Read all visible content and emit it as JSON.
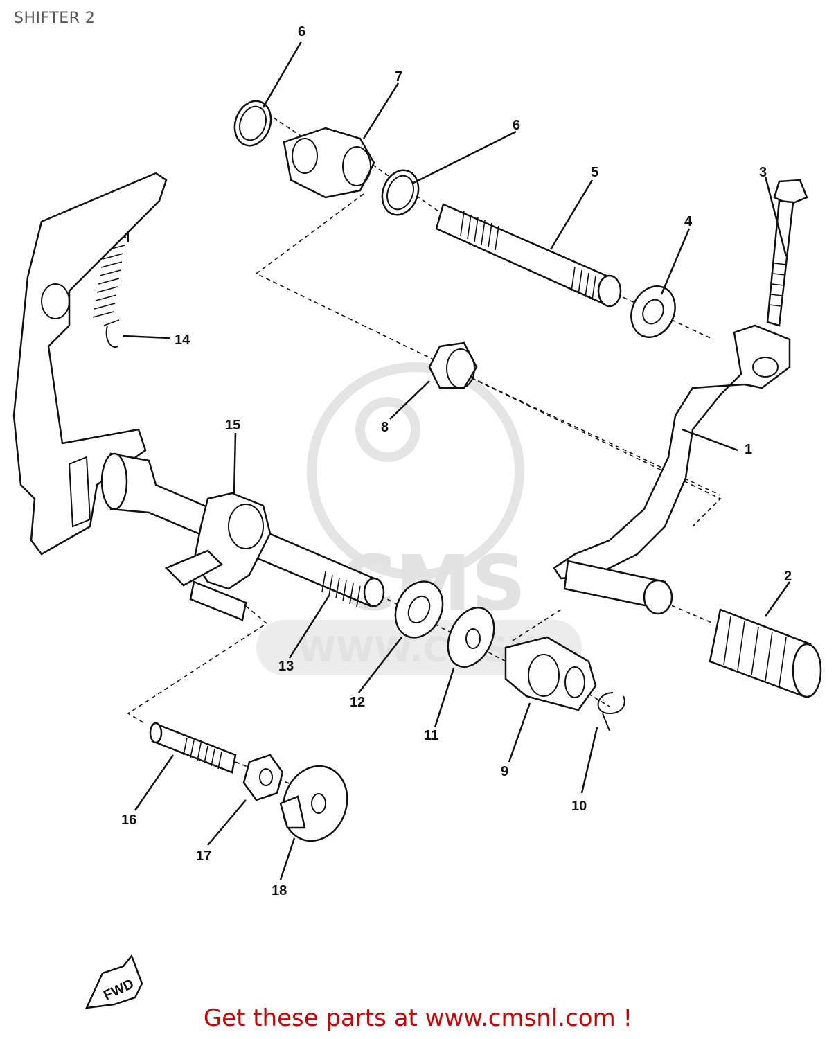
{
  "title": "SHIFTER 2",
  "footer_text": "Get these parts at www.cmsnl.com !",
  "colors": {
    "footer": "#d00000",
    "title": "#555555",
    "line": "#111111",
    "watermark": "#e2e2e2"
  },
  "watermark": {
    "logo": "CMS",
    "url": "WWW.CMSNL"
  },
  "fwd_label": "FWD",
  "callouts": [
    {
      "id": "1",
      "text": "1"
    },
    {
      "id": "2",
      "text": "2"
    },
    {
      "id": "3",
      "text": "3"
    },
    {
      "id": "4",
      "text": "4"
    },
    {
      "id": "5",
      "text": "5"
    },
    {
      "id": "6a",
      "text": "6"
    },
    {
      "id": "6b",
      "text": "6"
    },
    {
      "id": "7",
      "text": "7"
    },
    {
      "id": "8",
      "text": "8"
    },
    {
      "id": "9",
      "text": "9"
    },
    {
      "id": "10",
      "text": "10"
    },
    {
      "id": "11",
      "text": "11"
    },
    {
      "id": "12",
      "text": "12"
    },
    {
      "id": "13",
      "text": "13"
    },
    {
      "id": "14",
      "text": "14"
    },
    {
      "id": "15",
      "text": "15"
    },
    {
      "id": "16",
      "text": "16"
    },
    {
      "id": "17",
      "text": "17"
    },
    {
      "id": "18",
      "text": "18"
    }
  ]
}
